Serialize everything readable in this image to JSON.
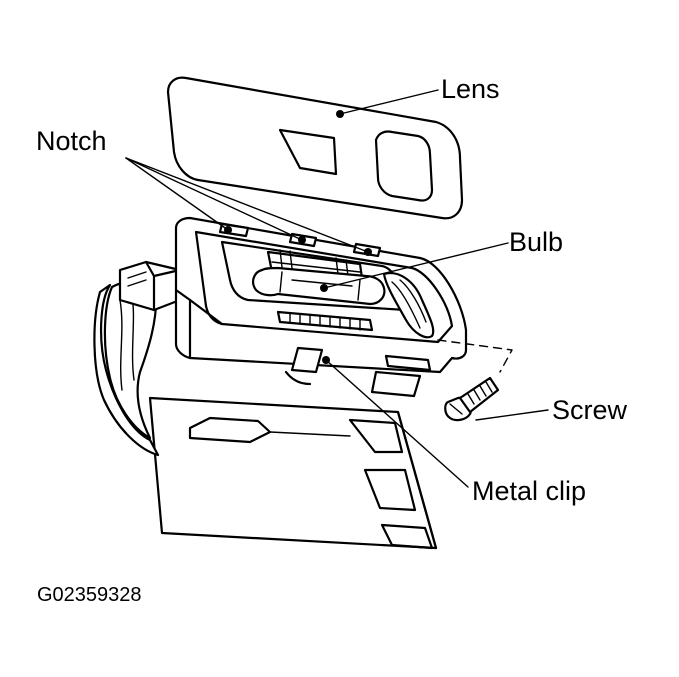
{
  "diagram": {
    "labels": {
      "lens": "Lens",
      "notch": "Notch",
      "bulb": "Bulb",
      "screw": "Screw",
      "metal_clip": "Metal clip"
    },
    "figure_id": "G02359328"
  },
  "colors": {
    "ink": "#000000",
    "paper": "#ffffff"
  }
}
